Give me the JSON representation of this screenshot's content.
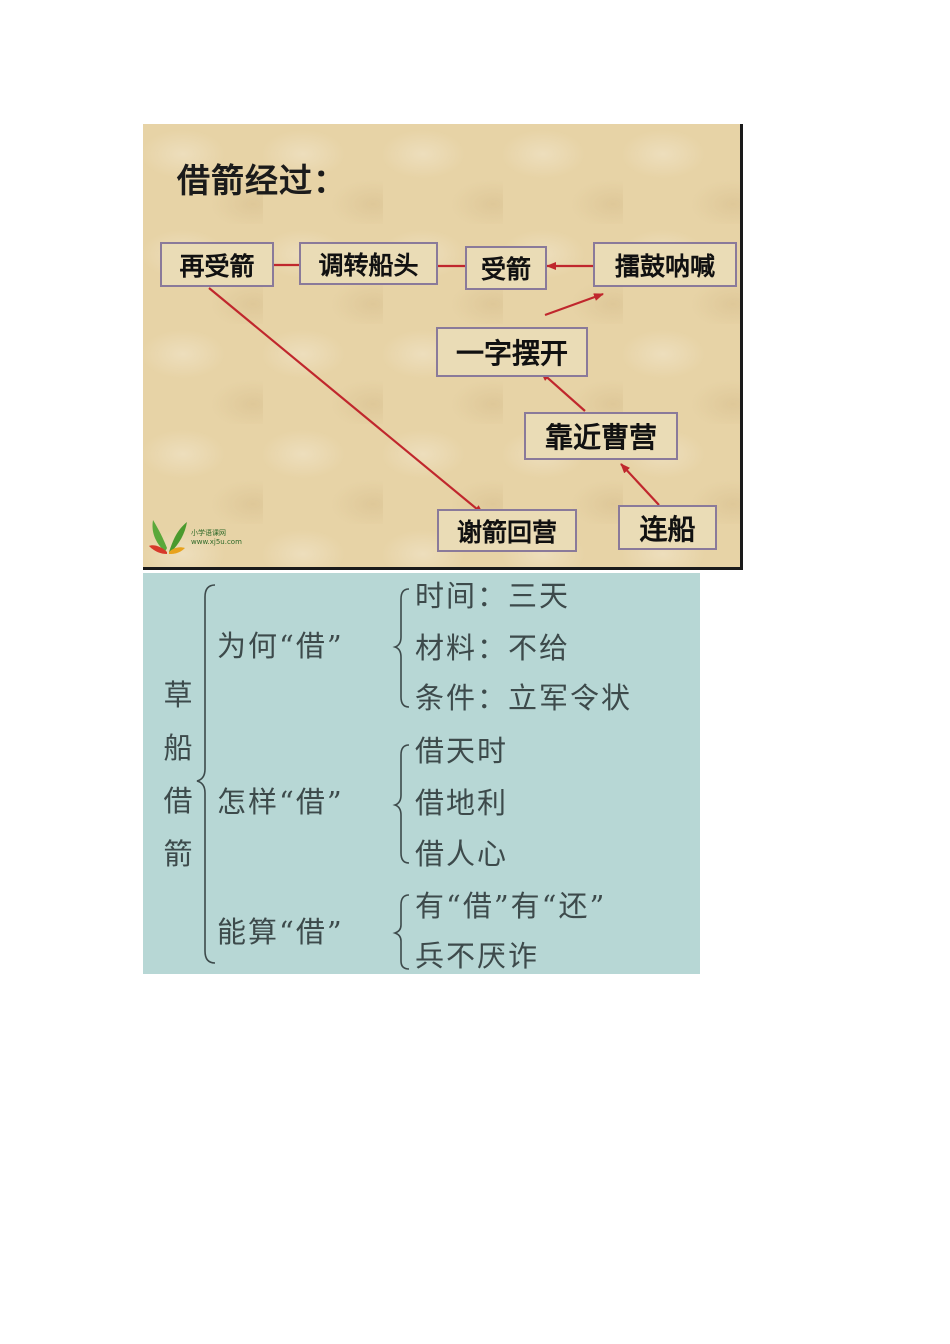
{
  "flow": {
    "title": "借箭经过：",
    "nodes": {
      "zai_shou_jian": "再受箭",
      "tiao_zhuan": "调转船头",
      "shou_jian": "受箭",
      "lei_gu": "擂鼓呐喊",
      "yi_zi": "一字摆开",
      "kao_jin": "靠近曹营",
      "xie_jian": "谢箭回营",
      "lian_chuan": "连船"
    },
    "logo": {
      "name": "小学语课网",
      "url": "www.xj5u.com"
    },
    "colors": {
      "arrow": "#c0272d",
      "box_border": "#8a7a9a",
      "background": "#e7d3a6"
    }
  },
  "outline": {
    "root": "草船借箭",
    "sections": [
      {
        "heading": "为何“借”",
        "items": [
          "时间：三天",
          "材料：不给",
          "条件：立军令状"
        ]
      },
      {
        "heading": "怎样“借”",
        "items": [
          "借天时",
          "借地利",
          "借人心"
        ]
      },
      {
        "heading": "能算“借”",
        "items": [
          "有“借”有“还”",
          "兵不厌诈"
        ]
      }
    ],
    "colors": {
      "background": "#b7d7d5",
      "text": "#3d4a4b"
    }
  }
}
